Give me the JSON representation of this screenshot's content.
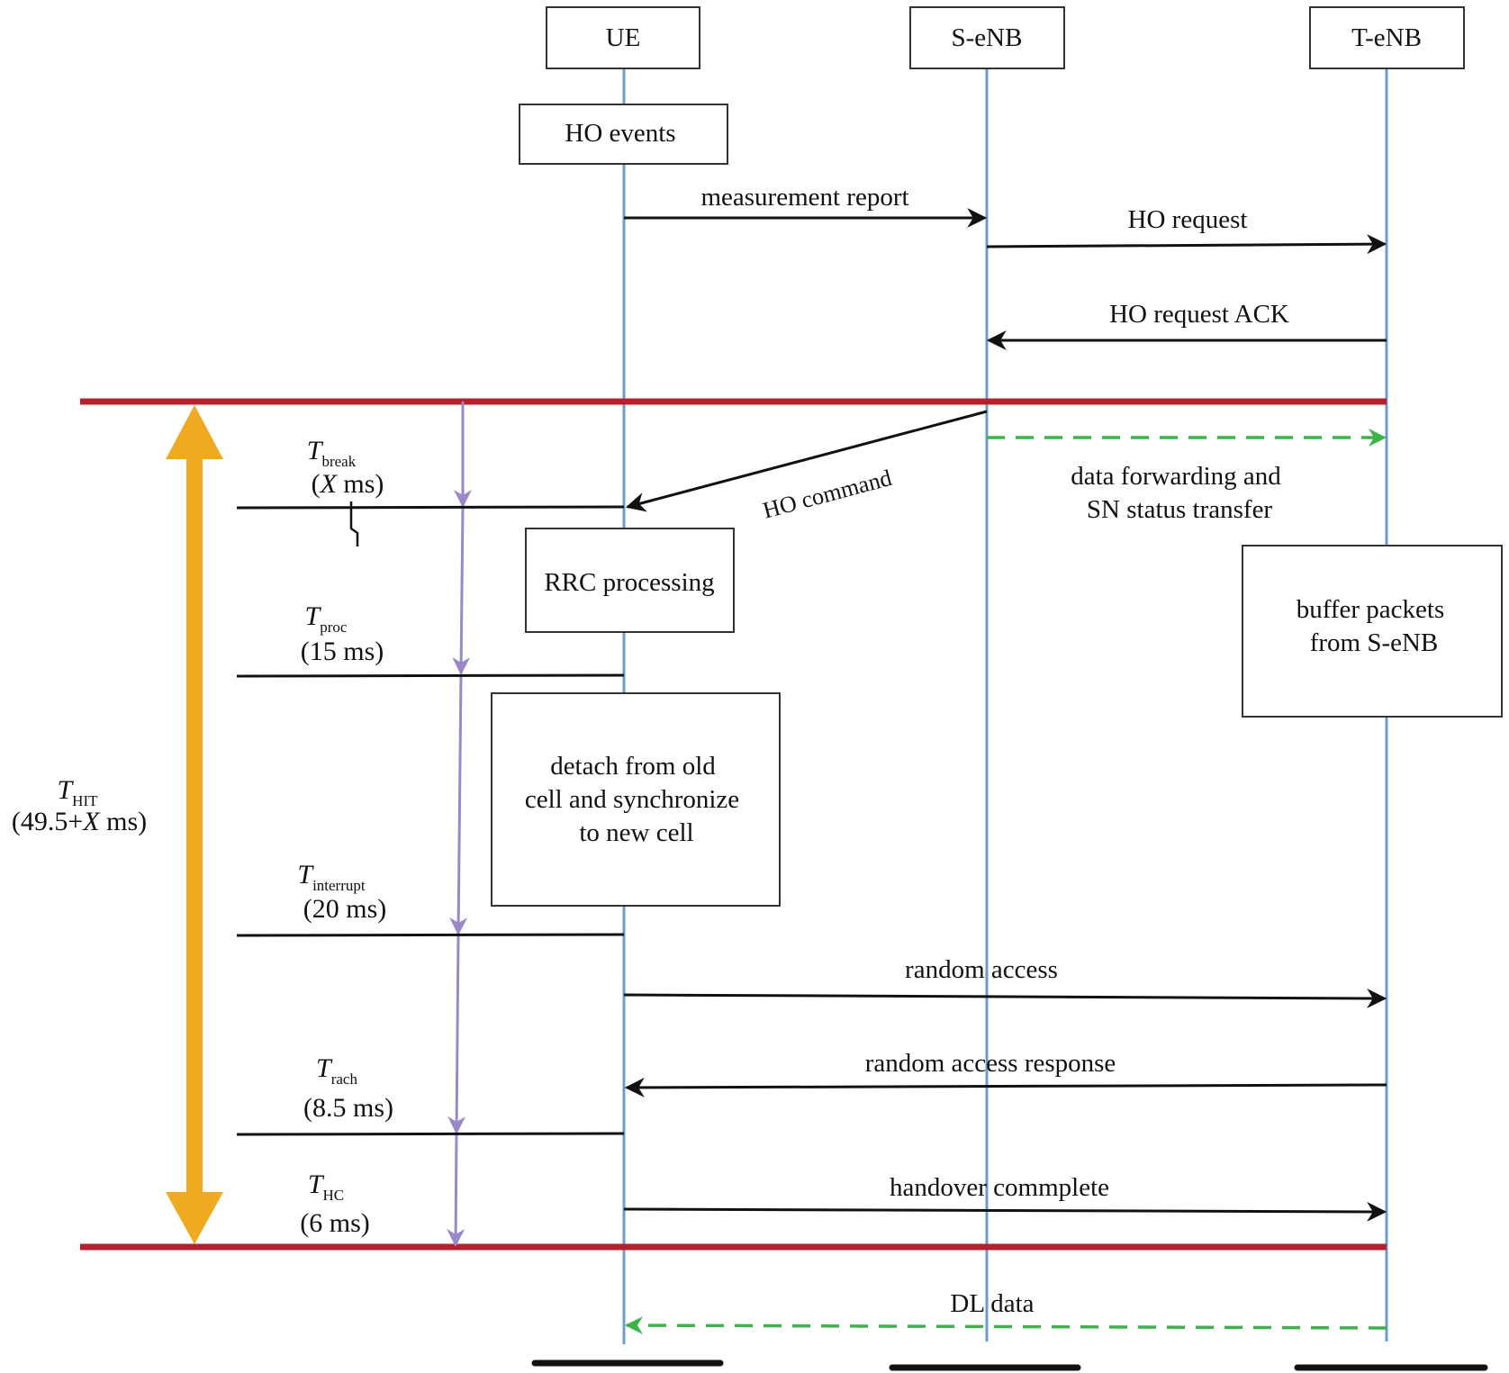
{
  "entities": {
    "ue": "UE",
    "senb": "S-eNB",
    "tenb": "T-eNB"
  },
  "boxes": {
    "ho_events": "HO events",
    "rrc_processing": "RRC processing",
    "buffer_packets": [
      "buffer packets",
      "from S-eNB"
    ],
    "detach": [
      "detach from old",
      "cell and synchronize",
      "to new cell"
    ]
  },
  "messages": {
    "measurement_report": "measurement report",
    "ho_request": "HO request",
    "ho_request_ack": "HO request ACK",
    "ho_command": "HO command",
    "data_forwarding": [
      "data forwarding and",
      "SN status transfer"
    ],
    "random_access": "random access",
    "random_access_response": "random access response",
    "handover_complete": "handover commplete",
    "dl_data": "DL data"
  },
  "timings": {
    "break": {
      "symbol": "T",
      "sub": "break",
      "value_prefix": "(",
      "value_italic": "X",
      "value_suffix": " ms)"
    },
    "proc": {
      "symbol": "T",
      "sub": "proc",
      "value": "(15 ms)"
    },
    "interrupt": {
      "symbol": "T",
      "sub": "interrupt",
      "value": "(20 ms)"
    },
    "rach": {
      "symbol": "T",
      "sub": "rach",
      "value": "(8.5 ms)"
    },
    "hc": {
      "symbol": "T",
      "sub": "HC",
      "value": "(6 ms)"
    },
    "hit": {
      "symbol": "T",
      "sub": "HIT",
      "value_prefix": "(49.5+",
      "value_italic": "X",
      "value_suffix": " ms)"
    }
  },
  "colors": {
    "lifeline": "#6a9bd1",
    "boundary": "#b5202e",
    "total_arrow": "#f0aa22",
    "timeline_arrow": "#9b88c9",
    "data_dashed": "#3cb44b",
    "message": "#111111"
  }
}
